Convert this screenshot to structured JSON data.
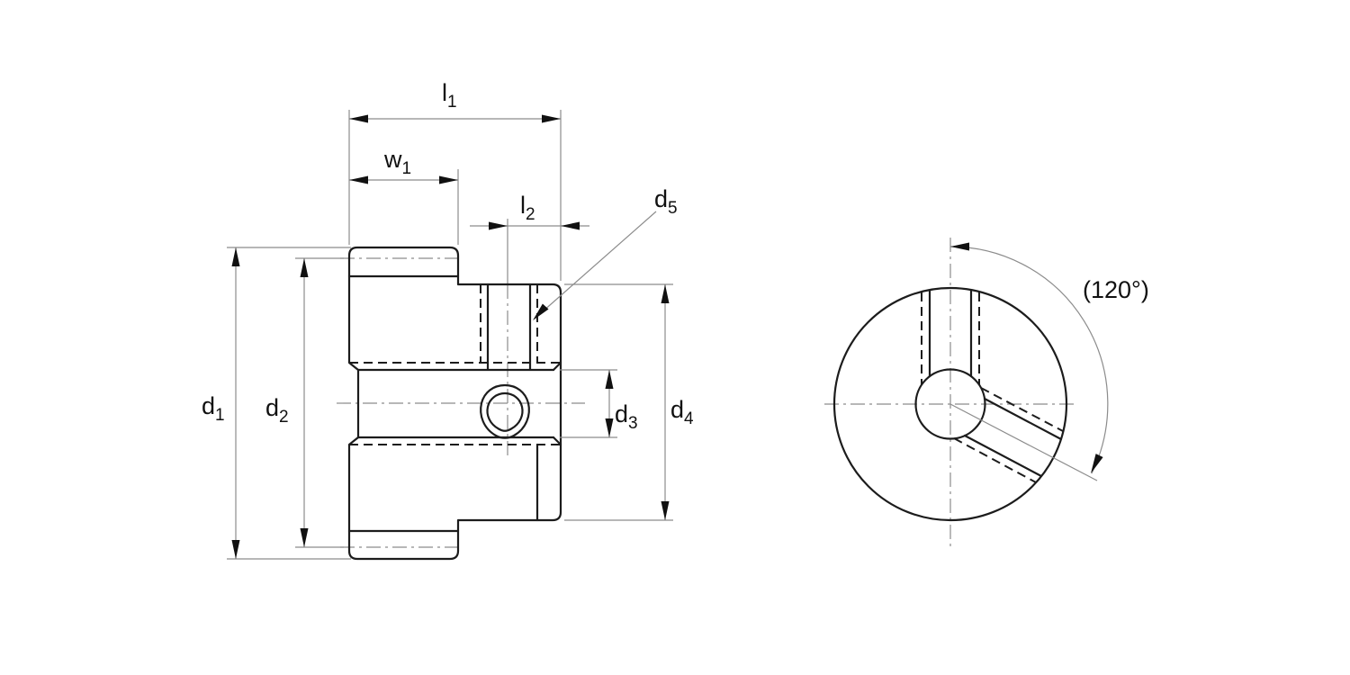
{
  "drawing": {
    "description": "Two-view technical dimension drawing of a gear with set-screw hub",
    "labels": {
      "l1": {
        "base": "l",
        "sub": "1"
      },
      "w1": {
        "base": "w",
        "sub": "1"
      },
      "l2": {
        "base": "l",
        "sub": "2"
      },
      "d1": {
        "base": "d",
        "sub": "1"
      },
      "d2": {
        "base": "d",
        "sub": "2"
      },
      "d3": {
        "base": "d",
        "sub": "3"
      },
      "d4": {
        "base": "d",
        "sub": "4"
      },
      "d5": {
        "base": "d",
        "sub": "5"
      },
      "angle": "(120°)"
    },
    "colors": {
      "background": "#ffffff",
      "part_line": "#1c1c1c",
      "dimension_line": "#8c8c8c",
      "arrow_fill": "#111111",
      "text": "#111111"
    }
  }
}
